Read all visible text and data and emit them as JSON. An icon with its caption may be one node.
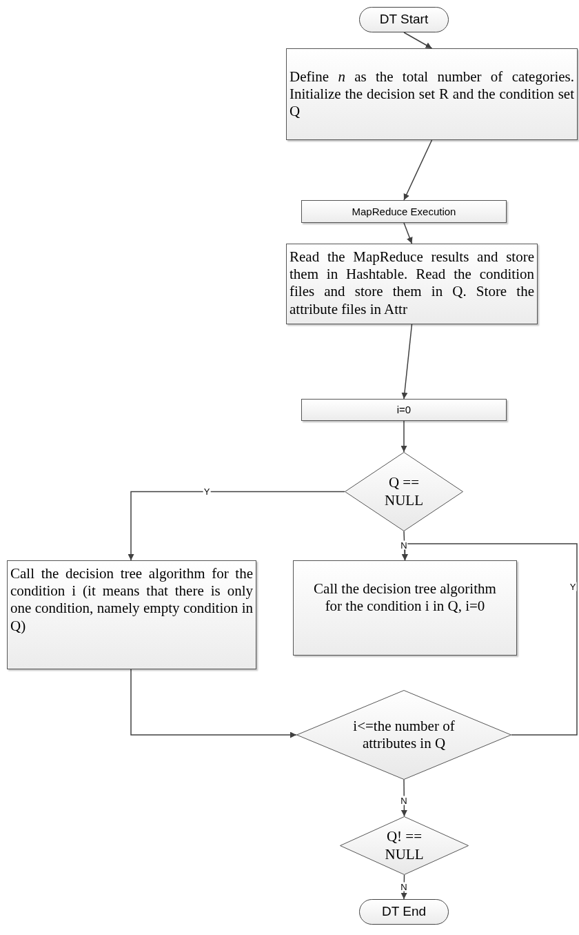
{
  "diagram": {
    "nodes": [
      {
        "text": [
          "DT Start"
        ]
      },
      {
        "text": [
          "Define *n* as the total number of categories. Initialize the decision set R and the condition set Q"
        ]
      },
      {
        "text": [
          "MapReduce Execution"
        ]
      },
      {
        "text": [
          "Read the MapReduce results and store them in Hashtable. Read the condition files and store them in Q. Store the attribute files in Attr"
        ]
      },
      {
        "text": [
          "i=0"
        ]
      },
      {
        "text": [
          "Q == NULL"
        ]
      },
      {
        "text": [
          "Call the decision tree algorithm for the condition i (it means that there is only one condition, namely empty condition in Q)"
        ]
      },
      {
        "text": [
          "Call the decision tree algorithm for the condition i in Q, i=0"
        ]
      },
      {
        "text": [
          "i<=the number of attributes in Q"
        ]
      },
      {
        "text": [
          "Q! == NULL"
        ]
      },
      {
        "text": [
          "DT End"
        ]
      }
    ],
    "edges": [
      {
        "from": 0,
        "to": 1,
        "arrow": "to"
      },
      {
        "from": 1,
        "to": 2,
        "arrow": "to"
      },
      {
        "from": 2,
        "to": 3,
        "arrow": "to"
      },
      {
        "from": 3,
        "to": 4,
        "arrow": "to"
      },
      {
        "from": 4,
        "to": 5,
        "arrow": "to"
      },
      {
        "from": 5,
        "to": 6,
        "arrow": "to",
        "label": "Y"
      },
      {
        "from": 5,
        "to": 7,
        "arrow": "to",
        "label": "N"
      },
      {
        "from": 6,
        "to": 8,
        "arrow": "to"
      },
      {
        "from": 8,
        "to": 7,
        "arrow": "to",
        "label": "Y"
      },
      {
        "from": 8,
        "to": 9,
        "arrow": "to",
        "label": "N"
      },
      {
        "from": 9,
        "to": 10,
        "arrow": "to",
        "label": "N"
      }
    ]
  }
}
